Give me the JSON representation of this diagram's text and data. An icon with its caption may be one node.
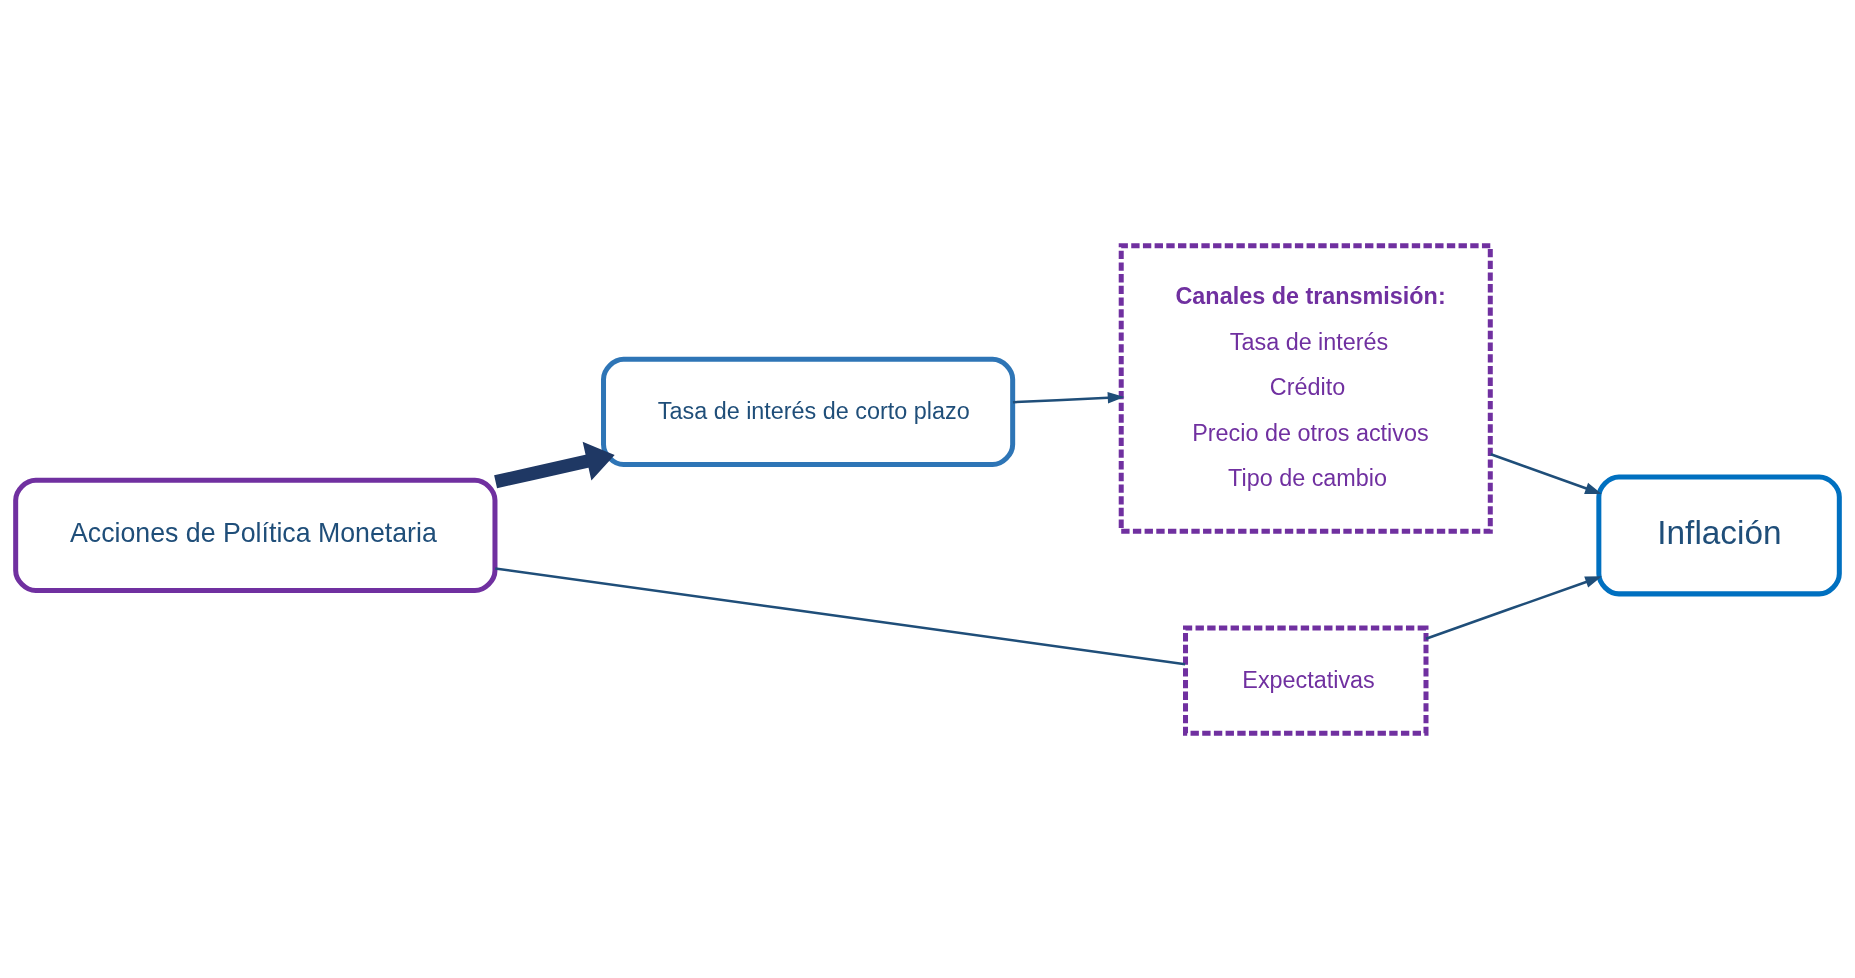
{
  "diagram": {
    "nodes": [
      {
        "text": [
          "Acciones de Política Monetaria"
        ]
      },
      {
        "text": [
          "Tasa de interés de corto plazo"
        ]
      },
      {
        "text": [
          "Canales de transmisión:",
          "Tasa de interés",
          "Crédito",
          "Precio de otros activos",
          "Tipo de cambio"
        ]
      },
      {
        "text": [
          "Inflación"
        ]
      },
      {
        "text": [
          "Expectativas"
        ]
      }
    ],
    "edges": [
      {
        "from": 0,
        "to": 1,
        "arrow": "to",
        "style": "thick",
        "color": "#1f3864"
      },
      {
        "from": 1,
        "to": 2,
        "arrow": "to"
      },
      {
        "from": 2,
        "to": 3,
        "arrow": "to"
      },
      {
        "from": 0,
        "to": 4,
        "arrow": "none"
      },
      {
        "from": 4,
        "to": 3,
        "arrow": "to"
      }
    ]
  }
}
